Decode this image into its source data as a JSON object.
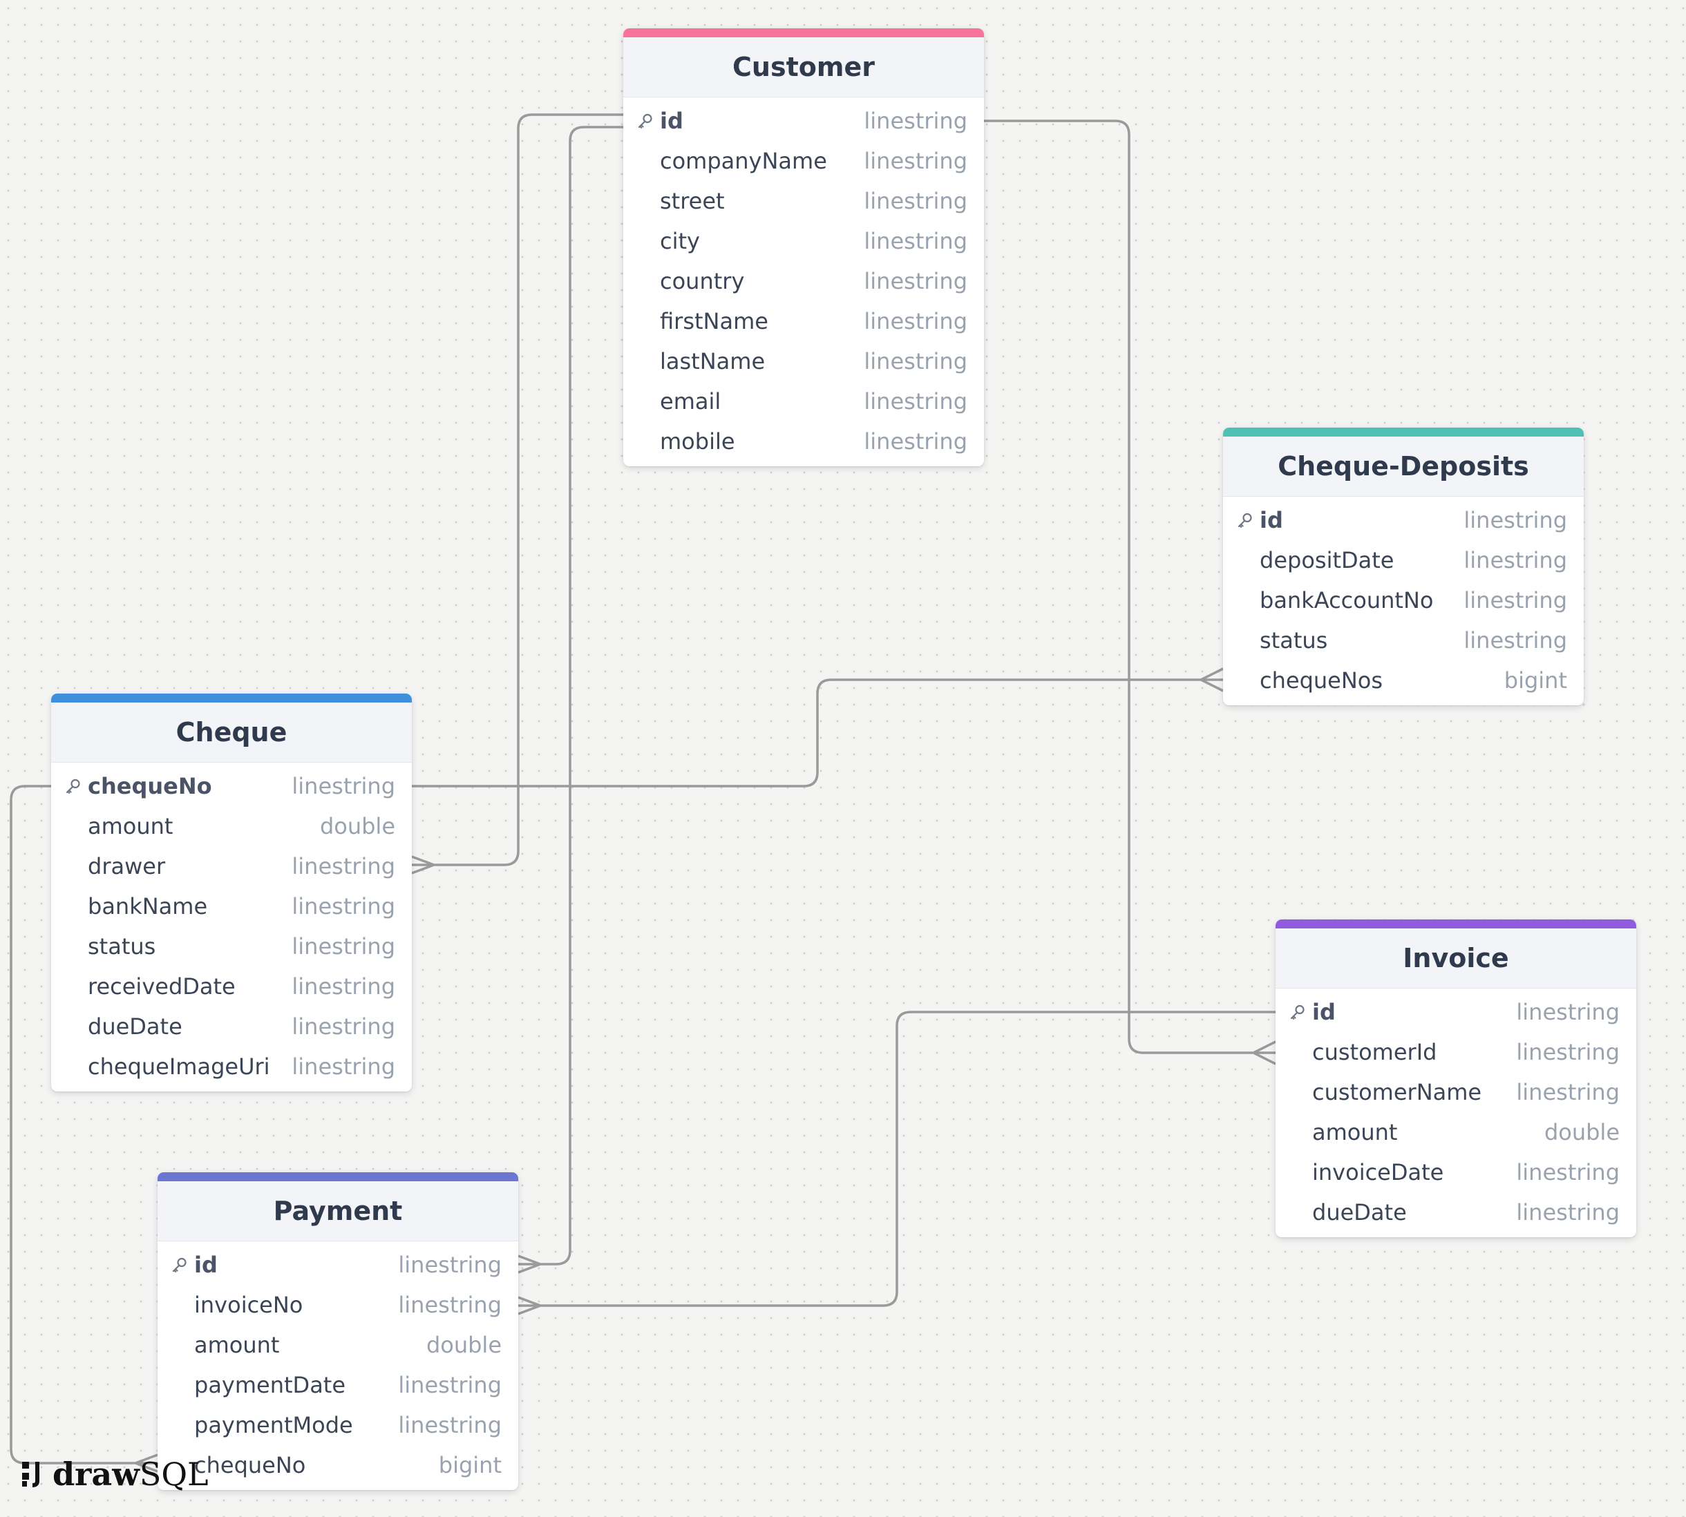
{
  "brand": {
    "word_bold": "draw",
    "word_light": "SQL"
  },
  "tables": {
    "customer": {
      "name": "Customer",
      "color": "#f6739b",
      "fields": [
        {
          "name": "id",
          "type": "linestring",
          "pk": true
        },
        {
          "name": "companyName",
          "type": "linestring"
        },
        {
          "name": "street",
          "type": "linestring"
        },
        {
          "name": "city",
          "type": "linestring"
        },
        {
          "name": "country",
          "type": "linestring"
        },
        {
          "name": "firstName",
          "type": "linestring"
        },
        {
          "name": "lastName",
          "type": "linestring"
        },
        {
          "name": "email",
          "type": "linestring"
        },
        {
          "name": "mobile",
          "type": "linestring"
        }
      ]
    },
    "cheque_deposits": {
      "name": "Cheque-Deposits",
      "color": "#4fc1b4",
      "fields": [
        {
          "name": "id",
          "type": "linestring",
          "pk": true
        },
        {
          "name": "depositDate",
          "type": "linestring"
        },
        {
          "name": "bankAccountNo",
          "type": "linestring"
        },
        {
          "name": "status",
          "type": "linestring"
        },
        {
          "name": "chequeNos",
          "type": "bigint"
        }
      ]
    },
    "cheque": {
      "name": "Cheque",
      "color": "#3f8fdd",
      "fields": [
        {
          "name": "chequeNo",
          "type": "linestring",
          "pk": true
        },
        {
          "name": "amount",
          "type": "double"
        },
        {
          "name": "drawer",
          "type": "linestring"
        },
        {
          "name": "bankName",
          "type": "linestring"
        },
        {
          "name": "status",
          "type": "linestring"
        },
        {
          "name": "receivedDate",
          "type": "linestring"
        },
        {
          "name": "dueDate",
          "type": "linestring"
        },
        {
          "name": "chequeImageUri",
          "type": "linestring"
        }
      ]
    },
    "invoice": {
      "name": "Invoice",
      "color": "#8f5ce0",
      "fields": [
        {
          "name": "id",
          "type": "linestring",
          "pk": true
        },
        {
          "name": "customerId",
          "type": "linestring"
        },
        {
          "name": "customerName",
          "type": "linestring"
        },
        {
          "name": "amount",
          "type": "double"
        },
        {
          "name": "invoiceDate",
          "type": "linestring"
        },
        {
          "name": "dueDate",
          "type": "linestring"
        }
      ]
    },
    "payment": {
      "name": "Payment",
      "color": "#6b76d2",
      "fields": [
        {
          "name": "id",
          "type": "linestring",
          "pk": true
        },
        {
          "name": "invoiceNo",
          "type": "linestring"
        },
        {
          "name": "amount",
          "type": "double"
        },
        {
          "name": "paymentDate",
          "type": "linestring"
        },
        {
          "name": "paymentMode",
          "type": "linestring"
        },
        {
          "name": "chequeNo",
          "type": "bigint"
        }
      ]
    }
  },
  "relations": [
    {
      "from": "customer.id",
      "to": "cheque.drawer",
      "cardinality": "one-to-many"
    },
    {
      "from": "customer.id",
      "to": "payment.id",
      "cardinality": "one-to-many"
    },
    {
      "from": "customer.id",
      "to": "invoice.customerId",
      "cardinality": "one-to-many"
    },
    {
      "from": "cheque.chequeNo",
      "to": "cheque_deposits.chequeNos",
      "cardinality": "one-to-many"
    },
    {
      "from": "invoice.id",
      "to": "payment.invoiceNo",
      "cardinality": "one-to-many"
    },
    {
      "from": "cheque.chequeNo",
      "to": "payment.chequeNo",
      "cardinality": "one-to-many"
    }
  ]
}
